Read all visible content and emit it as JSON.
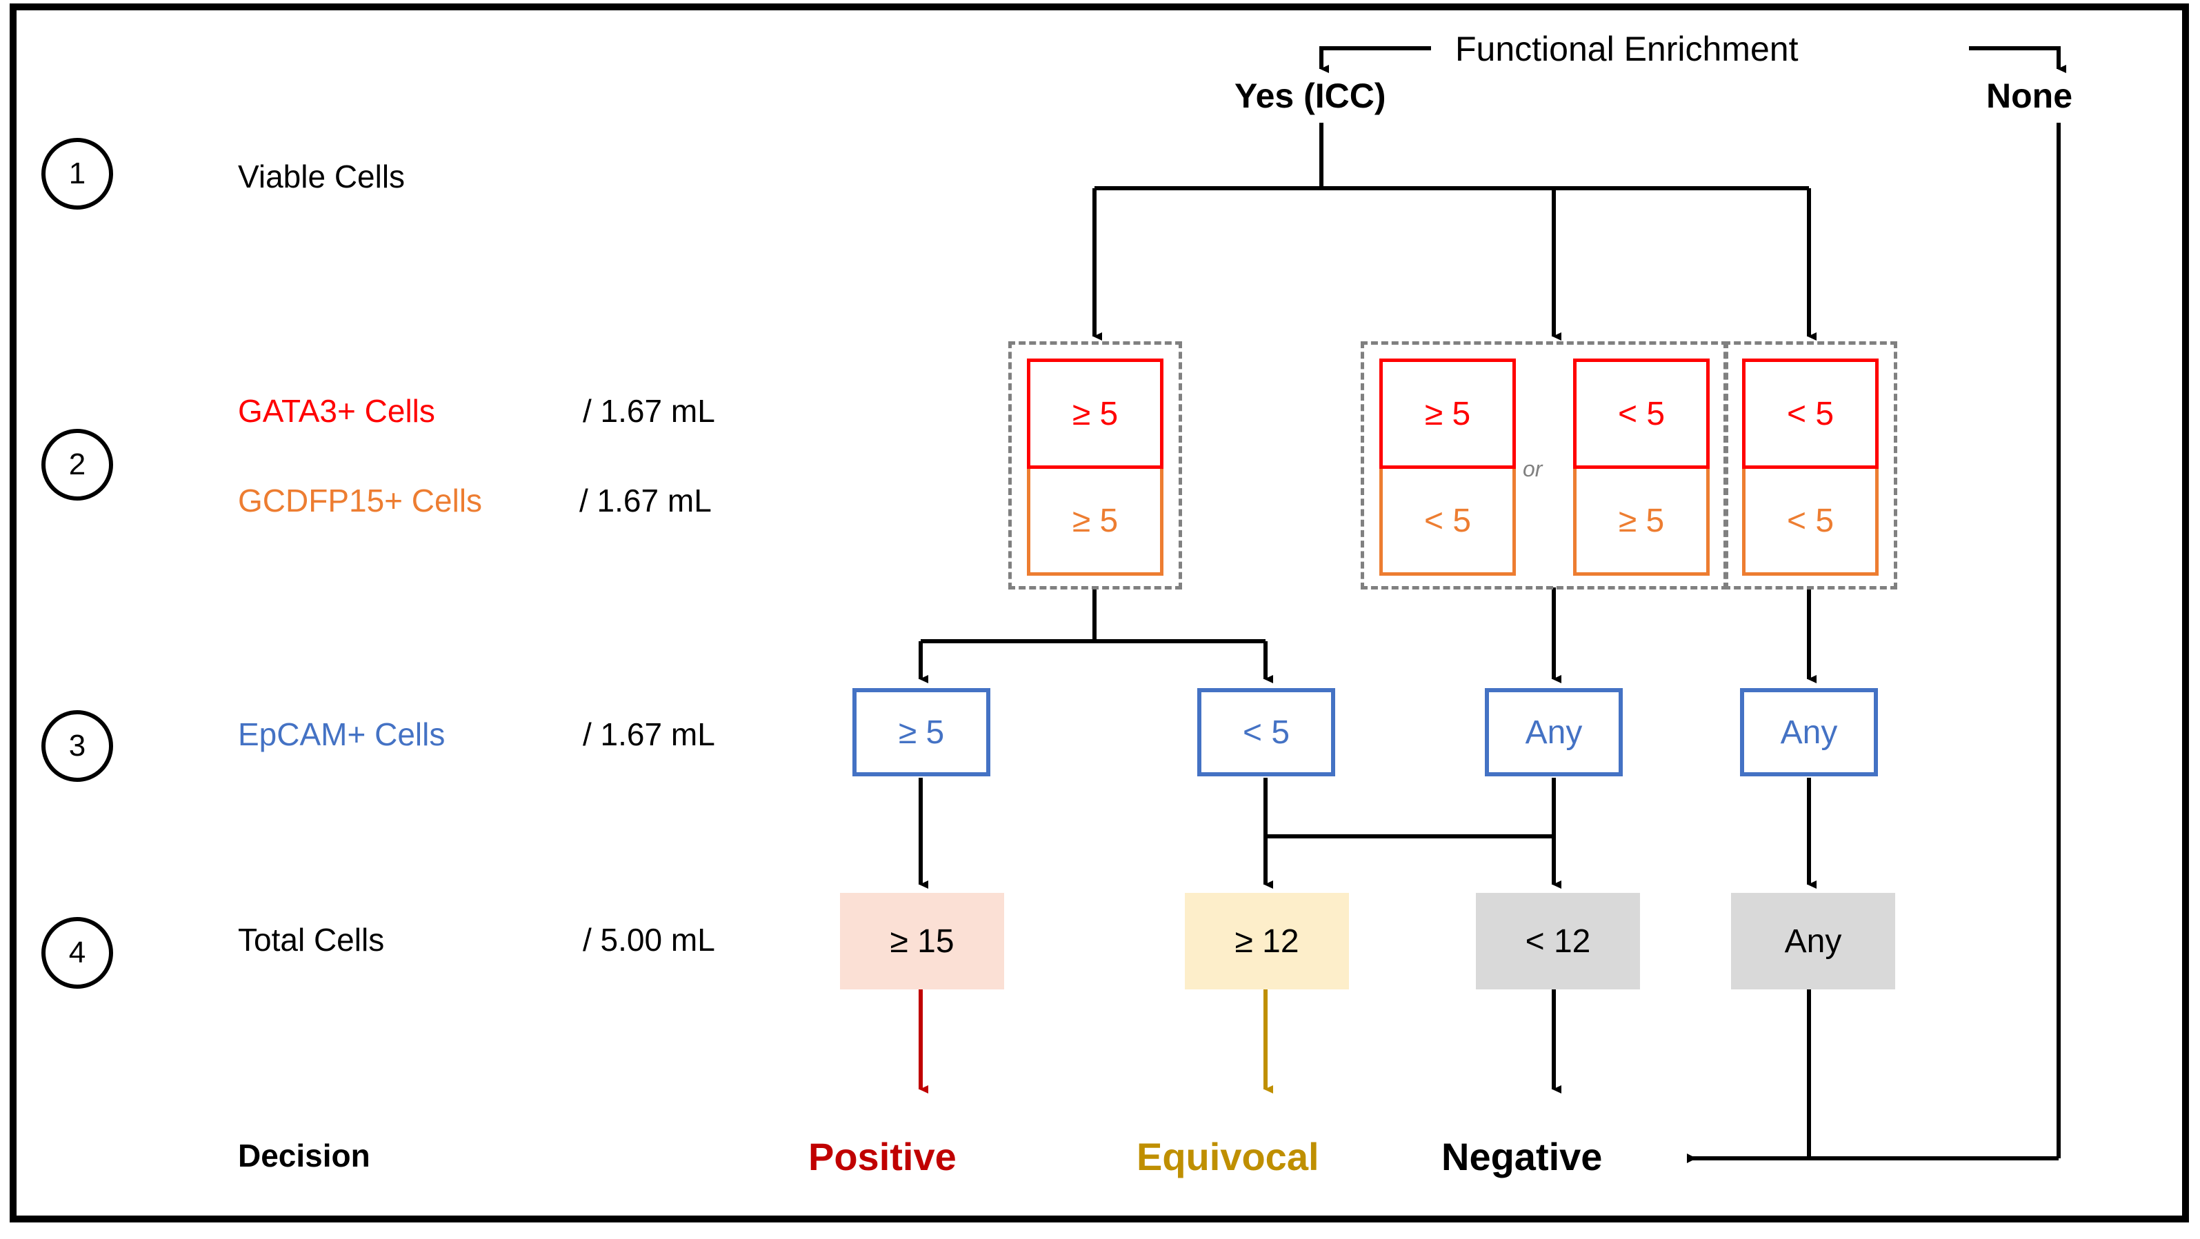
{
  "diagram": {
    "title_node": "Functional Enrichment",
    "branches": {
      "left": "Yes (ICC)",
      "right": "None"
    },
    "steps": [
      {
        "n": "1",
        "label": "Viable Cells",
        "unit": ""
      },
      {
        "n": "2",
        "label": "GATA3+ Cells",
        "unit": "/ 1.67 mL",
        "label2": "GCDFP15+ Cells",
        "unit2": "/ 1.67 mL"
      },
      {
        "n": "3",
        "label": "EpCAM+ Cells",
        "unit": "/ 1.67 mL"
      },
      {
        "n": "4",
        "label": "Total Cells",
        "unit": "/ 5.00 mL"
      }
    ],
    "decision_label": "Decision",
    "or_label": "or",
    "marker_groups": [
      {
        "id": "g1",
        "cells": [
          {
            "gata3": "≥ 5",
            "gcdfp15": "≥ 5"
          }
        ]
      },
      {
        "id": "g2",
        "cells": [
          {
            "gata3": "≥ 5",
            "gcdfp15": "< 5"
          },
          {
            "gata3": "< 5",
            "gcdfp15": "≥ 5"
          }
        ]
      },
      {
        "id": "g3",
        "cells": [
          {
            "gata3": "< 5",
            "gcdfp15": "< 5"
          }
        ]
      }
    ],
    "epcam_boxes": [
      "≥ 5",
      "< 5",
      "Any",
      "Any"
    ],
    "total_boxes": [
      {
        "value": "≥ 15",
        "fill": "#fbe0d5"
      },
      {
        "value": "≥ 12",
        "fill": "#fdeeca"
      },
      {
        "value": "< 12",
        "fill": "#d9d9d9"
      },
      {
        "value": "Any",
        "fill": "#d9d9d9"
      }
    ],
    "decisions": [
      {
        "value": "Positive",
        "color": "#c00000"
      },
      {
        "value": "Equivocal",
        "color": "#bf8f00"
      },
      {
        "value": "Negative",
        "color": "#000000"
      }
    ],
    "colors": {
      "gata3": "#ff0000",
      "gcdfp15": "#ed7d31",
      "epcam": "#4472c4",
      "positive": "#c00000",
      "equivocal": "#bf8f00",
      "negative": "#000000",
      "dashed_group": "#808080",
      "frame": "#000000"
    }
  }
}
